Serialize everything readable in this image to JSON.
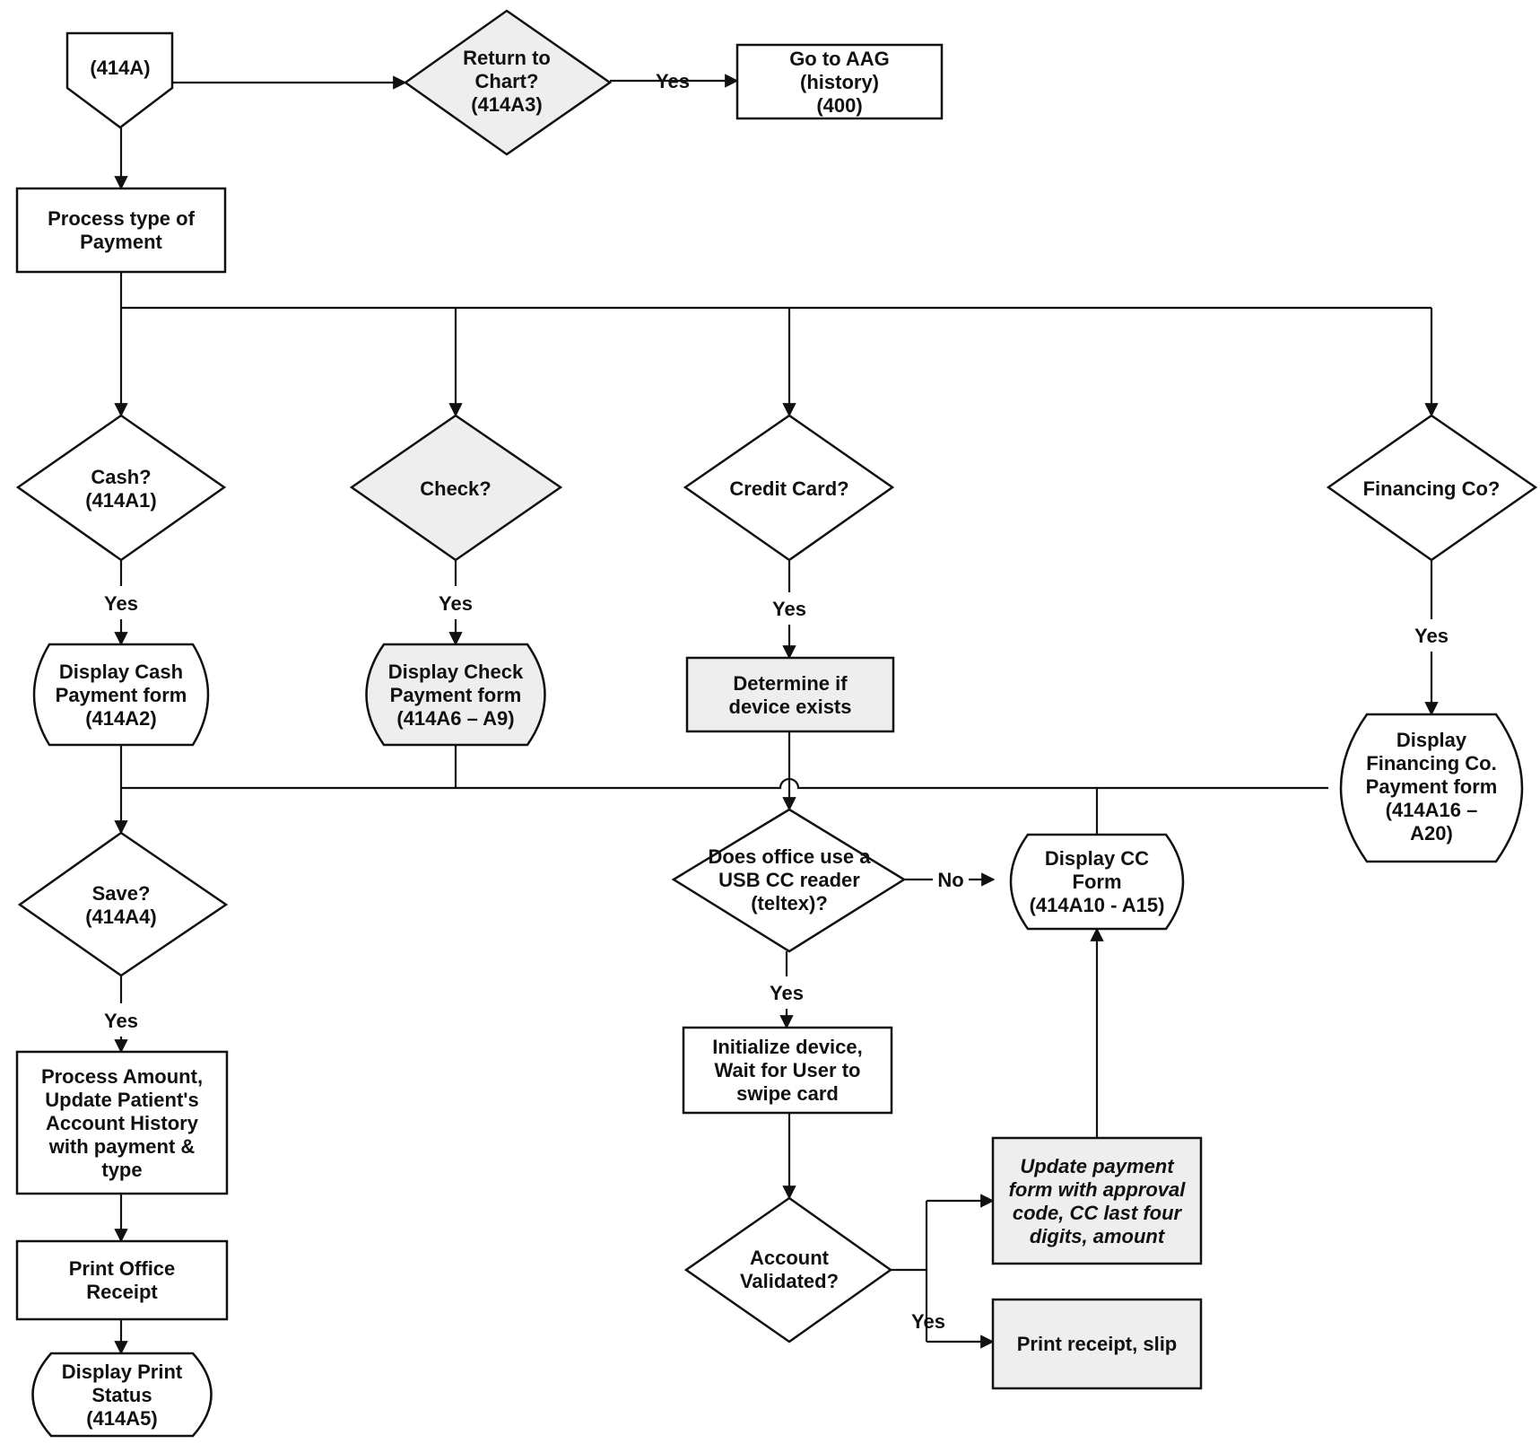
{
  "nodes": {
    "start": {
      "lines": [
        "(414A)"
      ]
    },
    "return_chart": {
      "lines": [
        "Return to",
        "Chart?",
        "(414A3)"
      ]
    },
    "go_aag": {
      "lines": [
        "Go to AAG",
        "(history)",
        "(400)"
      ]
    },
    "process_type": {
      "lines": [
        "Process type of",
        "Payment"
      ]
    },
    "cash": {
      "lines": [
        "Cash?",
        "(414A1)"
      ]
    },
    "check": {
      "lines": [
        "Check?"
      ]
    },
    "credit_card": {
      "lines": [
        "Credit Card?"
      ]
    },
    "financing": {
      "lines": [
        "Financing Co?"
      ]
    },
    "display_cash": {
      "lines": [
        "Display Cash",
        "Payment form",
        "(414A2)"
      ]
    },
    "display_check": {
      "lines": [
        "Display Check",
        "Payment form",
        "(414A6 – A9)"
      ]
    },
    "determine_device": {
      "lines": [
        "Determine if",
        "device exists"
      ]
    },
    "display_financing": {
      "lines": [
        "Display",
        "Financing Co.",
        "Payment form",
        "(414A16 –",
        "A20)"
      ]
    },
    "save": {
      "lines": [
        "Save?",
        "(414A4)"
      ]
    },
    "usb_reader": {
      "lines": [
        "Does office use a",
        "USB CC reader",
        "(teltex)?"
      ]
    },
    "display_cc_form": {
      "lines": [
        "Display CC",
        "Form",
        "(414A10 - A15)"
      ]
    },
    "process_amount": {
      "lines": [
        "Process Amount,",
        "Update Patient's",
        "Account History",
        "with payment &",
        "type"
      ]
    },
    "initialize_device": {
      "lines": [
        "Initialize device,",
        "Wait for User to",
        "swipe card"
      ]
    },
    "update_payment": {
      "lines": [
        "Update payment",
        "form with approval",
        "code, CC last four",
        "digits, amount"
      ]
    },
    "account_validated": {
      "lines": [
        "Account",
        "Validated?"
      ]
    },
    "print_office": {
      "lines": [
        "Print Office",
        "Receipt"
      ]
    },
    "print_slip": {
      "lines": [
        "Print receipt, slip"
      ]
    },
    "display_print": {
      "lines": [
        "Display Print",
        "Status",
        "(414A5)"
      ]
    }
  },
  "edge_labels": {
    "return_yes": "Yes",
    "cash_yes": "Yes",
    "check_yes": "Yes",
    "cc_yes": "Yes",
    "fin_yes": "Yes",
    "usb_no": "No",
    "usb_yes": "Yes",
    "save_yes": "Yes",
    "validated_yes": "Yes"
  }
}
